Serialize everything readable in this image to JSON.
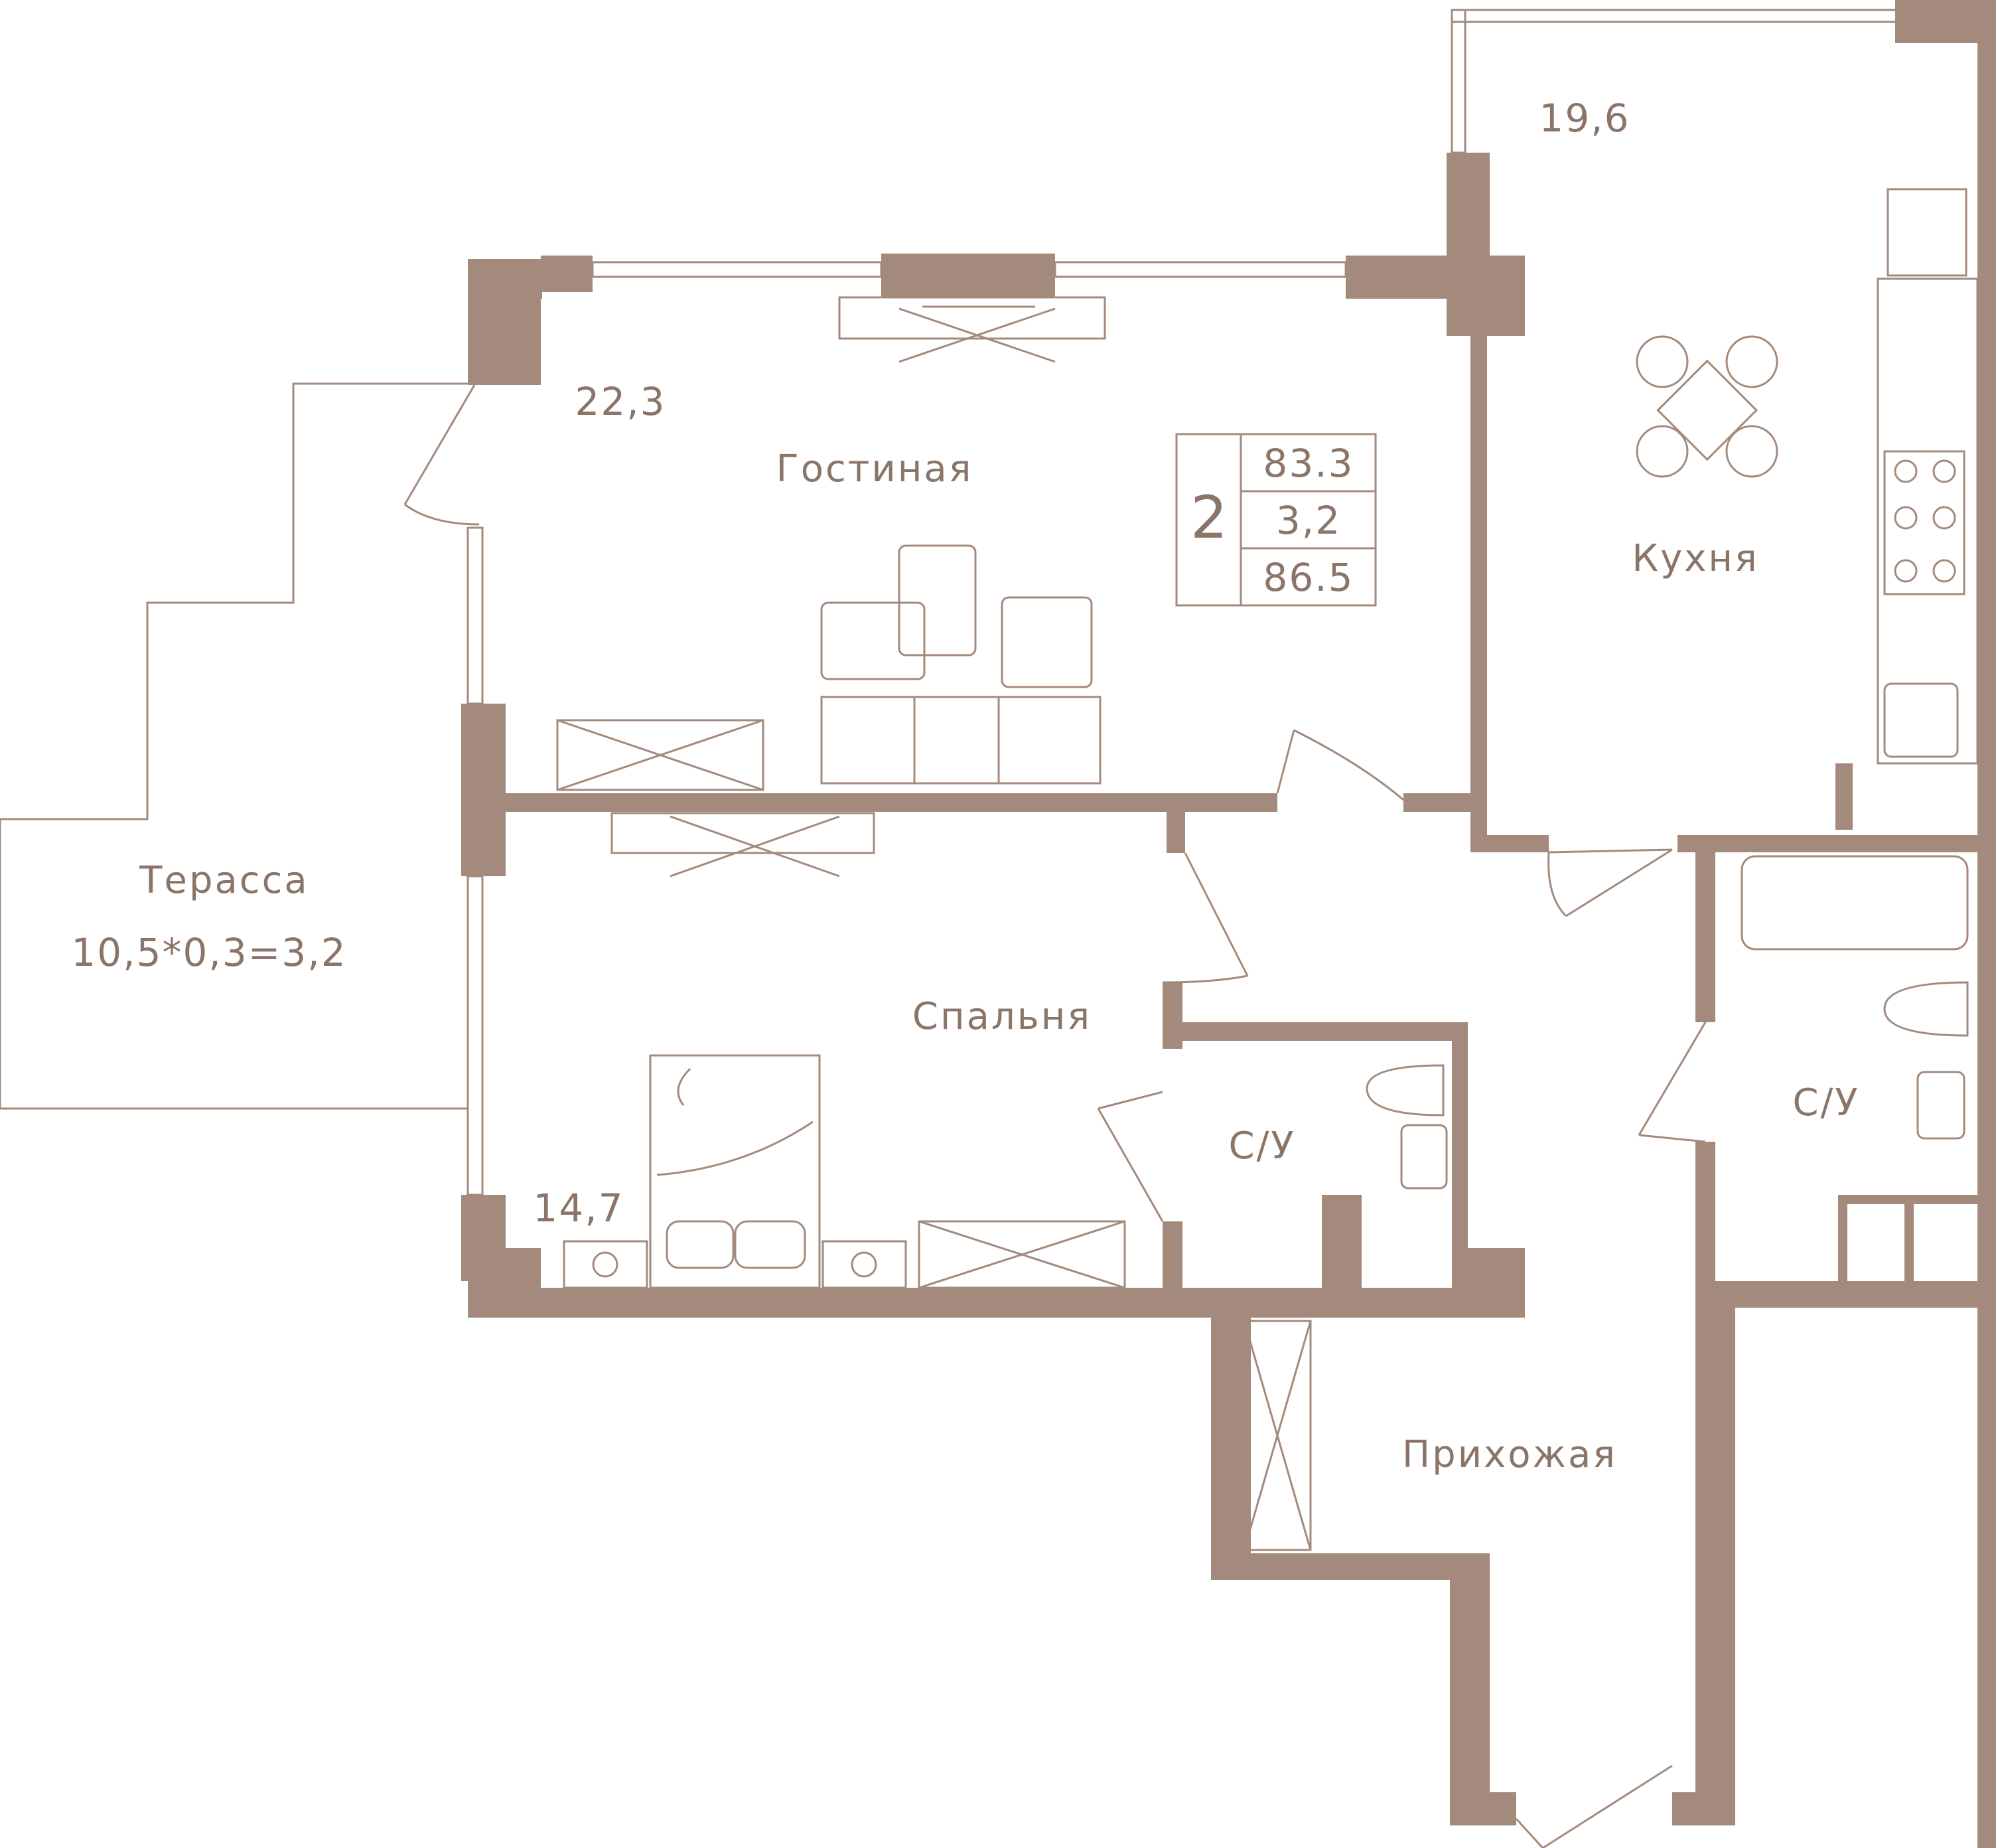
{
  "colors": {
    "wall": "#a38a7c",
    "line": "#a38a7c",
    "text": "#8b7569",
    "background": "#ffffff"
  },
  "summary": {
    "rooms": "2",
    "area_living": "83.3",
    "area_terrace": "3,2",
    "area_total": "86.5"
  },
  "rooms": {
    "living": {
      "name": "Гостиная",
      "area": "22,3"
    },
    "kitchen": {
      "name": "Кухня",
      "area": "19,6"
    },
    "bedroom": {
      "name": "Спальня",
      "area": "14,7"
    },
    "bathroom_1": {
      "name": "С/У"
    },
    "bathroom_2": {
      "name": "С/У"
    },
    "hallway": {
      "name": "Прихожая"
    },
    "terrace": {
      "name": "Терасса",
      "formula": "10,5*0,3=3,2"
    }
  },
  "icons": {
    "dining": "dining-table-icon",
    "stove": "stove-icon",
    "sink": "kitchen-sink-icon",
    "bathtub": "bathtub-icon",
    "toilet": "toilet-icon",
    "washbasin": "washbasin-icon",
    "bed": "bed-icon",
    "sofa": "sofa-icon",
    "tv": "tv-stand-icon",
    "wardrobe": "wardrobe-icon"
  }
}
